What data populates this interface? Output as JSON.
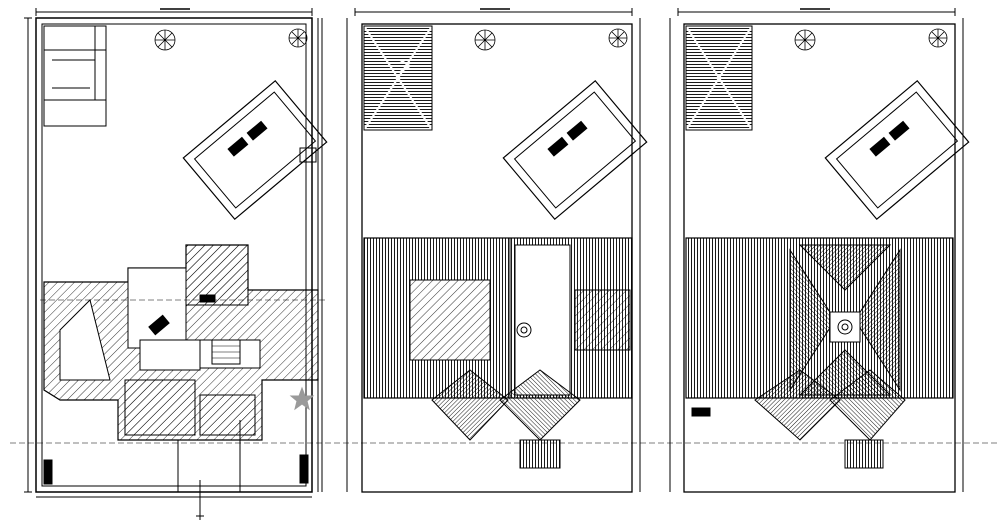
{
  "document": {
    "type": "architectural floor plan sheet",
    "sheets": [
      {
        "id": "plan-1",
        "name": "ground-floor-plan"
      },
      {
        "id": "plan-2",
        "name": "roof-plan-a"
      },
      {
        "id": "plan-3",
        "name": "roof-plan-b"
      }
    ]
  },
  "style": {
    "line_color": "#000000",
    "hatch_color": "#000000",
    "background": "#ffffff",
    "marker_color": "#9a9a9a"
  }
}
